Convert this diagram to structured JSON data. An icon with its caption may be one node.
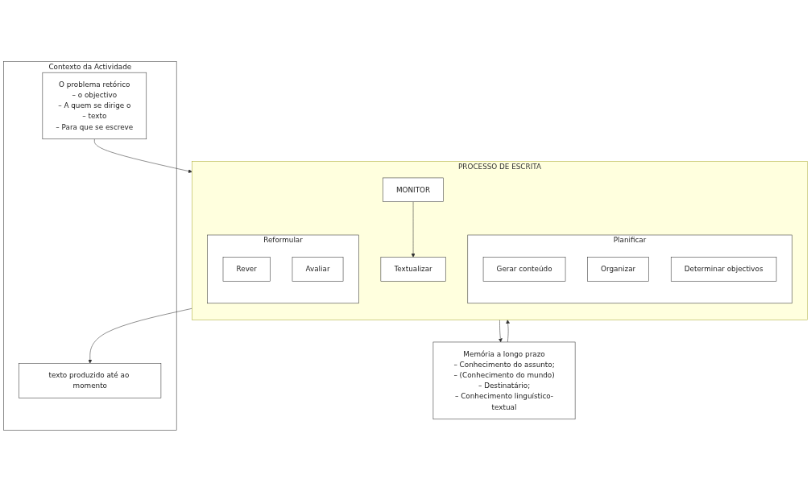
{
  "diagram": {
    "nodes": [
      {
        "text": [
          "Contexto da Actividade"
        ]
      },
      {
        "text": [
          "O problema retórico",
          "– o objectivo",
          "– A quem se dirige o",
          "– texto",
          "– Para que se escreve"
        ],
        "in": 0
      },
      {
        "text": [
          "texto produzido até ao momento"
        ],
        "in": 0
      },
      {
        "text": [
          "Memória a longo prazo",
          "– Conhecimento do assunto;",
          "– (Conhecimento do mundo)",
          "– Destinatário;",
          "– Conhecimento linguístico-textual"
        ]
      },
      {
        "text": [
          "PROCESSO DE ESCRITA"
        ]
      },
      {
        "text": [
          "Planificar"
        ],
        "in": 4
      },
      {
        "text": [
          "Gerar conteúdo"
        ],
        "in": 5
      },
      {
        "text": [
          "Organizar"
        ],
        "in": 5
      },
      {
        "text": [
          "Determinar objectivos"
        ],
        "in": 5
      },
      {
        "text": [
          "Textualizar"
        ],
        "in": 4
      },
      {
        "text": [
          "Reformular"
        ],
        "in": 4
      },
      {
        "text": [
          "Rever"
        ],
        "in": 10
      },
      {
        "text": [
          "Avaliar"
        ],
        "in": 10
      },
      {
        "text": [
          "MONITOR"
        ],
        "in": 4
      }
    ],
    "edges": [
      {
        "from": 1,
        "to": 4,
        "arrow": "to"
      },
      {
        "from": 4,
        "to": 2,
        "arrow": "to"
      },
      {
        "from": 3,
        "to": 4,
        "arrow": "to"
      },
      {
        "from": 4,
        "to": 3,
        "arrow": "to"
      },
      {
        "from": 13,
        "to": 9,
        "arrow": "to"
      }
    ]
  }
}
